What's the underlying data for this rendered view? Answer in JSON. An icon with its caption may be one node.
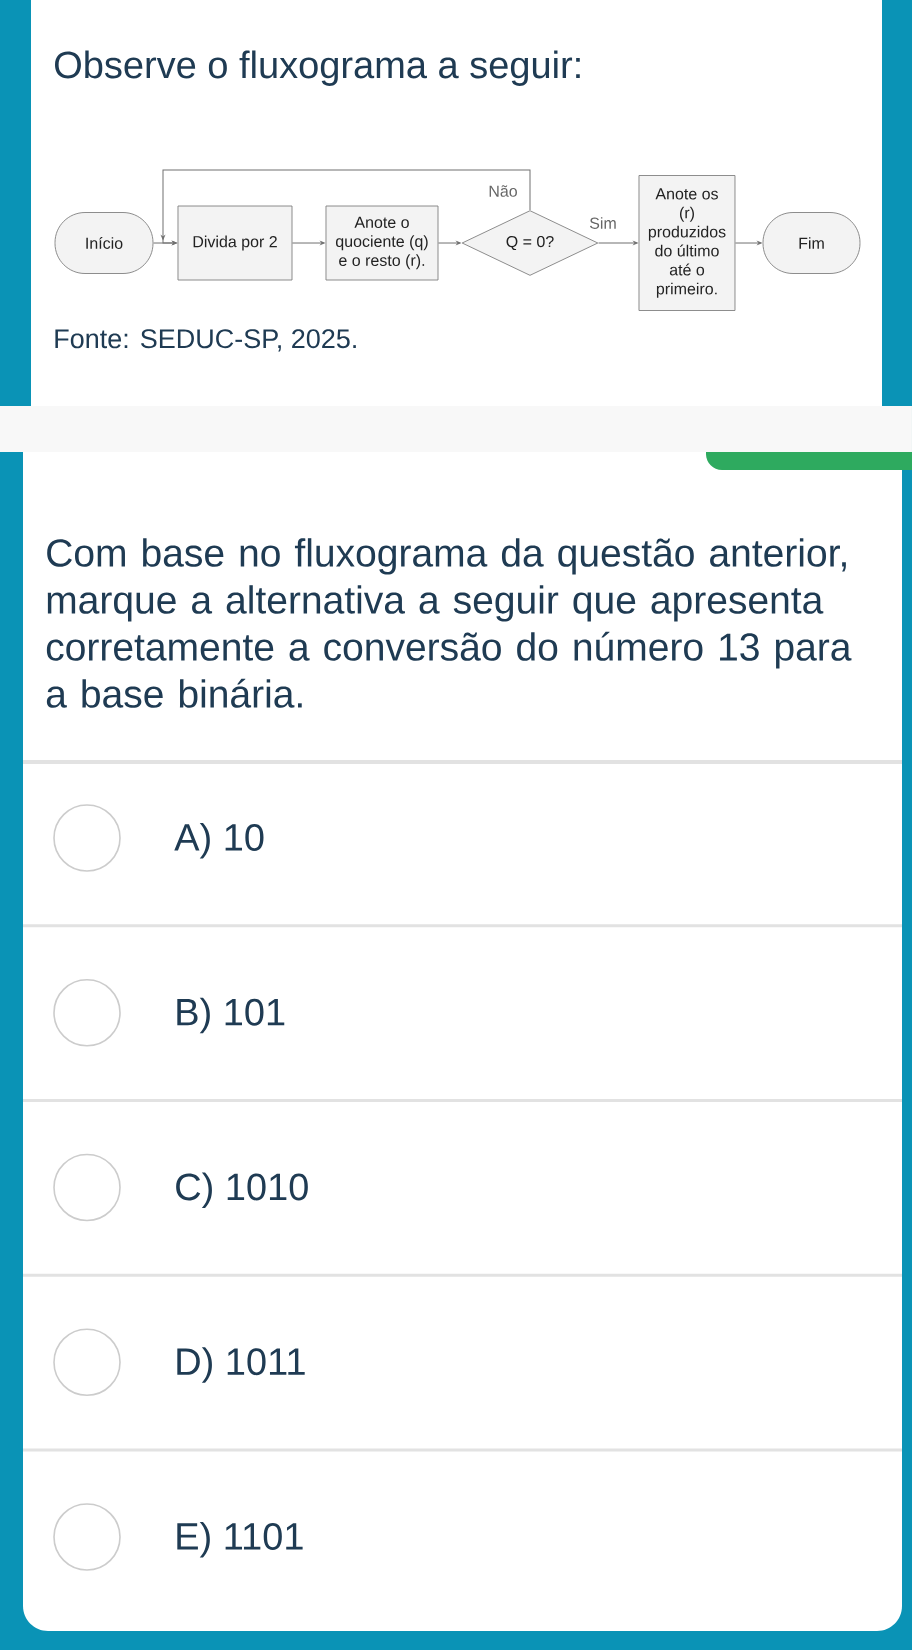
{
  "diagram": {
    "title": "Observe o fluxograma a seguir:",
    "caption": "Fonte: SEDUC-SP, 2025.",
    "nodes": [
      {
        "text": [
          "Início"
        ]
      },
      {
        "text": [
          "Divida por 2"
        ]
      },
      {
        "text": [
          "Anote o quociente (q) e o resto (r)."
        ]
      },
      {
        "text": [
          "Q = 0?"
        ]
      },
      {
        "text": [
          "Anote os (r) produzidos do último até o primeiro."
        ]
      },
      {
        "text": [
          "Fim"
        ]
      }
    ],
    "edges": [
      {
        "from": 0,
        "to": 1,
        "arrow": "to"
      },
      {
        "from": 1,
        "to": 2,
        "arrow": "to"
      },
      {
        "from": 2,
        "to": 3,
        "arrow": "to"
      },
      {
        "from": 3,
        "to": 4,
        "arrow": "to",
        "label": "Sim"
      },
      {
        "from": 4,
        "to": 5,
        "arrow": "to"
      },
      {
        "from": 3,
        "to": 1,
        "arrow": "to",
        "label": "Não"
      }
    ],
    "labels": [
      "Com base no fluxograma da questão anterior, marque a alternativa a seguir que apresenta corretamente a conversão do número 13 para a base binária.",
      "A) 10",
      "B) 101",
      "C) 1010",
      "D) 1011",
      "E) 1101"
    ]
  }
}
